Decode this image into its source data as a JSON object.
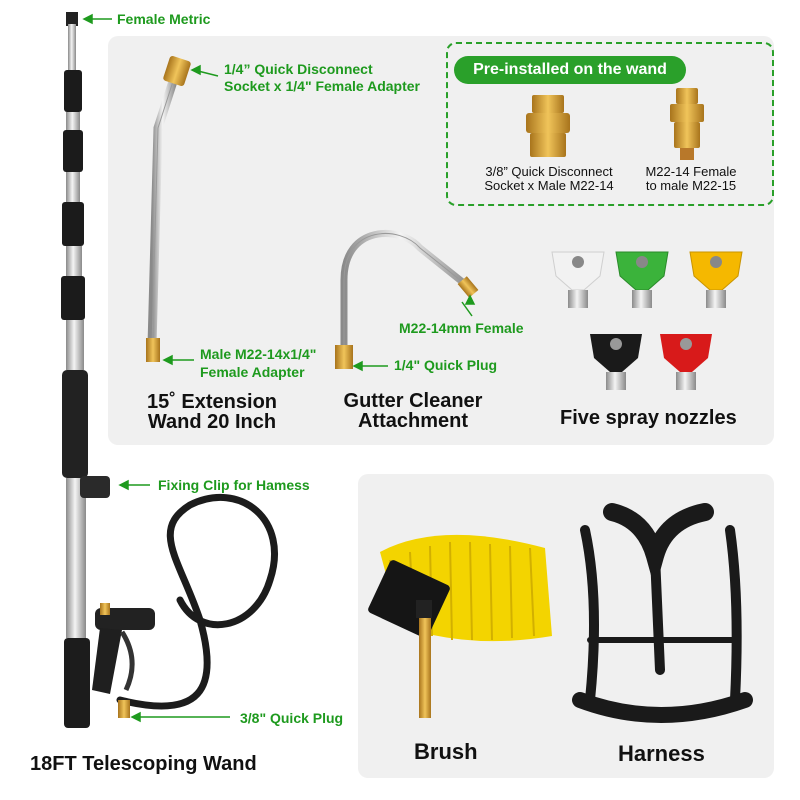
{
  "labels": {
    "female_metric": "Female Metric",
    "quick_disconnect_line1": "1/4” Quick Disconnect",
    "quick_disconnect_line2": "Socket x 1/4\" Female Adapter",
    "male_adapter_line1": "Male M22-14x1/4\"",
    "male_adapter_line2": "Female Adapter",
    "m22_female": "M22-14mm Female",
    "quick_plug_14": "1/4\" Quick Plug",
    "fixing_clip": "Fixing Clip for Hamess",
    "quick_plug_38": "3/8\" Quick Plug"
  },
  "preinstalled": {
    "title": "Pre-installed on the wand",
    "item1_line1": "3/8” Quick Disconnect",
    "item1_line2": "Socket x Male M22-14",
    "item2_line1": "M22-14 Female",
    "item2_line2": "to male M22-15"
  },
  "captions": {
    "wand_line1": "15˚ Extension",
    "wand_line2": "Wand 20 Inch",
    "gutter_line1": "Gutter Cleaner",
    "gutter_line2": "Attachment",
    "nozzles": "Five spray nozzles",
    "telescoping": "18FT Telescoping Wand",
    "brush": "Brush",
    "harness": "Harness"
  },
  "colors": {
    "label_green": "#1e9a1e",
    "panel_bg": "#f0f0f0",
    "nozzle_white": "#f2f2f2",
    "nozzle_green": "#3bb33b",
    "nozzle_yellow": "#f5b800",
    "nozzle_black": "#1a1a1a",
    "nozzle_red": "#d81a1a",
    "brush_yellow": "#f3d400",
    "brass": "#d9a53a"
  }
}
